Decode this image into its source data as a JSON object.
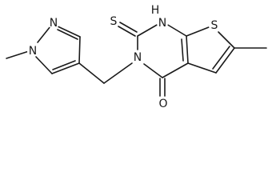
{
  "molecule": {
    "atoms": {
      "n_pyrazole_1": "N",
      "n_pyrazole_2": "N",
      "nh_ring": "H",
      "nh_ring_n": "N",
      "s_thioxo": "S",
      "s_thiophene": "S",
      "n_ring_3": "N",
      "o_carbonyl": "O"
    }
  }
}
